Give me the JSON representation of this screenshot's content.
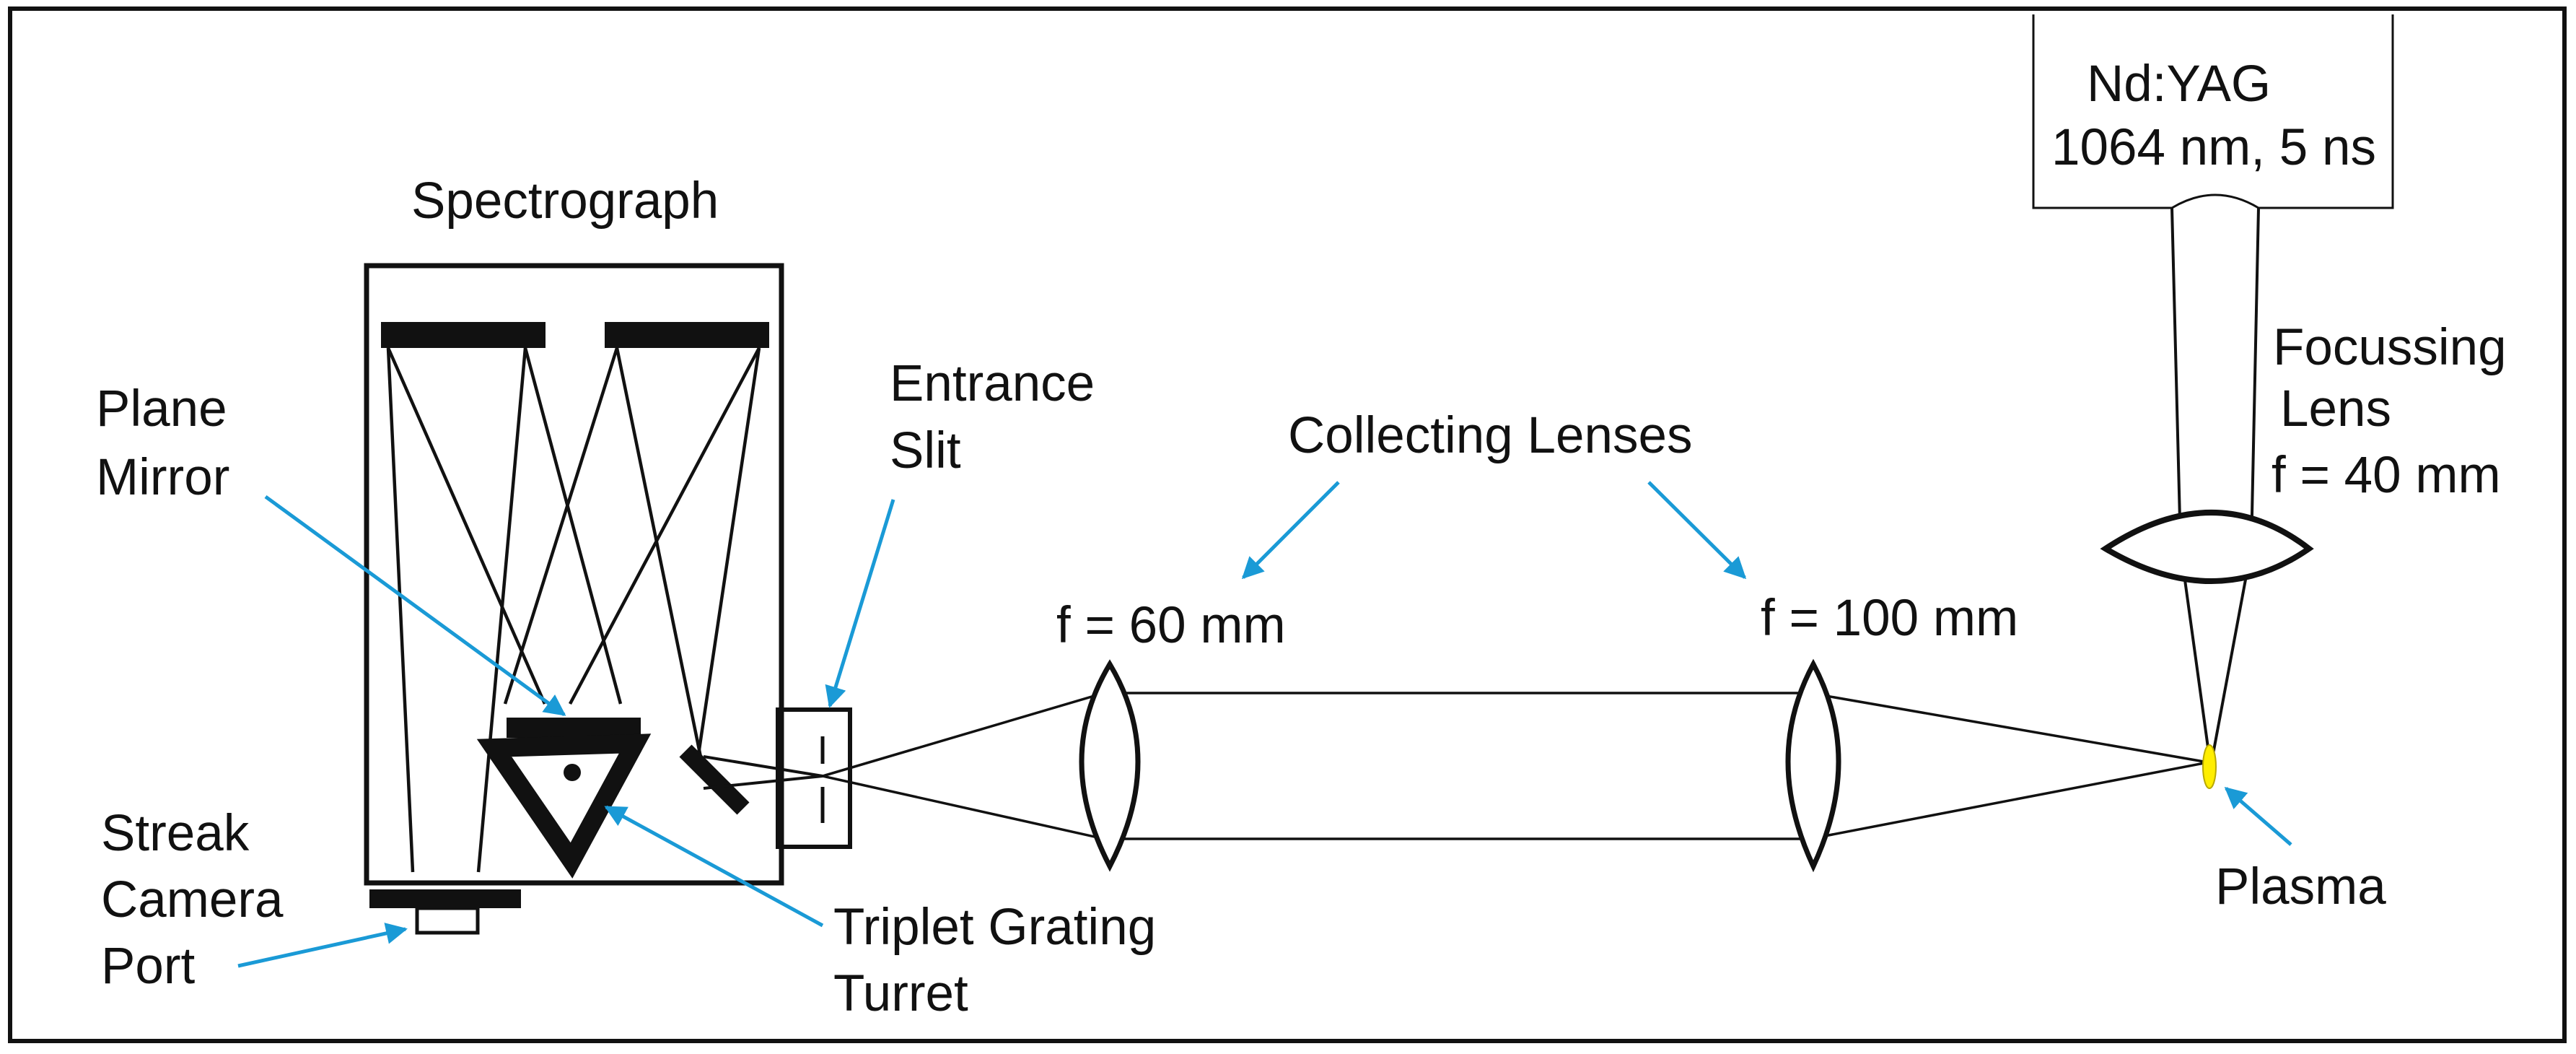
{
  "labels": {
    "spectrograph": "Spectrograph",
    "plane_mirror": [
      "Plane",
      "Mirror"
    ],
    "entrance_slit": [
      "Entrance",
      "Slit"
    ],
    "collecting_lenses": "Collecting Lenses",
    "lens1_focal": "f = 60 mm",
    "lens2_focal": "f = 100 mm",
    "laser": [
      "Nd:YAG",
      "1064 nm, 5 ns"
    ],
    "focusing_lens": [
      "Focussing",
      "Lens",
      "f = 40 mm"
    ],
    "plasma": "Plasma",
    "streak_camera": [
      "Streak",
      "Camera",
      "Port"
    ],
    "grating_turret": [
      "Triplet Grating",
      "Turret"
    ]
  },
  "colors": {
    "line": "#111111",
    "arrow": "#1a9ad6",
    "plasma": "#ffee00",
    "background": "#ffffff"
  }
}
